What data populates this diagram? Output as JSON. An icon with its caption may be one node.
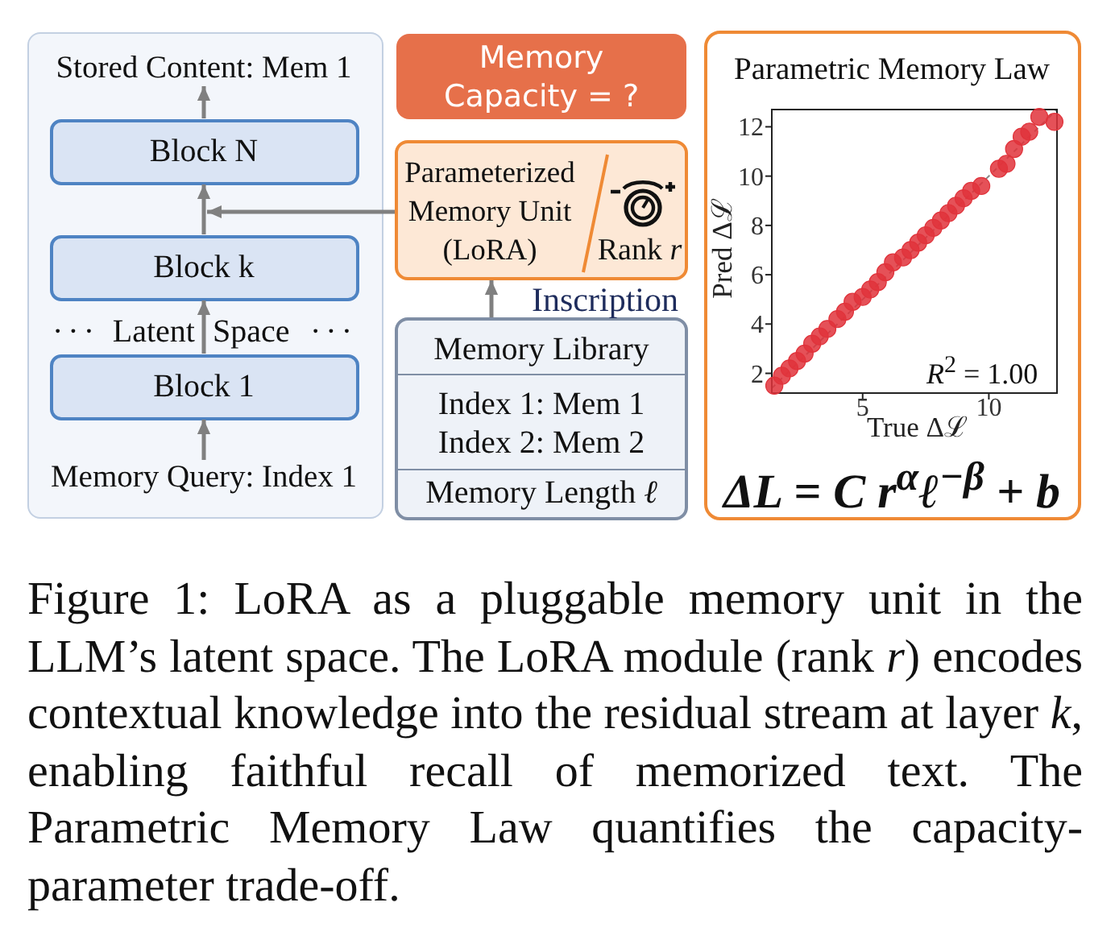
{
  "diagram": {
    "nodes": [
      {
        "text": [],
        "shape": "box"
      },
      {
        "text": [
          "Stored Content: Mem 1"
        ],
        "in": 0
      },
      {
        "text": [
          "Block N"
        ],
        "in": 0
      },
      {
        "text": [
          "Block k"
        ],
        "in": 0
      },
      {
        "text": [
          "Block 1"
        ],
        "in": 0
      },
      {
        "text": [
          "Memory Query: Index 1"
        ],
        "in": 0
      },
      {
        "text": [
          "Memory Capacity = ?"
        ]
      },
      {
        "text": [
          "Parameterized Memory Unit (LoRA)",
          "Rank *r*"
        ]
      },
      {
        "text": [
          "Memory Library",
          "Index 1: Mem 1",
          "Index 2: Mem 2",
          "Memory Length *ℓ*"
        ]
      },
      {
        "text": [
          "ΔL = C r$^{α}$ℓ$^{−β}$ + b"
        ]
      }
    ],
    "edges": [
      {
        "from": 5,
        "to": 4,
        "arrow": "to"
      },
      {
        "from": 4,
        "to": 3,
        "arrow": "to"
      },
      {
        "from": 3,
        "to": 2,
        "arrow": "to"
      },
      {
        "from": 2,
        "to": 1,
        "arrow": "to"
      },
      {
        "from": 7,
        "to": 2,
        "arrow": "to"
      },
      {
        "from": 8,
        "to": 7,
        "arrow": "to",
        "label": "Inscription"
      }
    ],
    "labels": [
      "···",
      "Latent Space",
      "···"
    ],
    "caption": "Figure 1: LoRA as a pluggable memory unit in the LLM’s latent space. The LoRA module (rank *r*) encodes contextual knowledge into the residual stream at layer *k*, enabling faithful recall of memorized text. The Parametric Memory Law quantifies the capacity-parameter trade-off.",
    "chart_data": {
      "type": "scatter",
      "title": "Parametric Memory Law",
      "xlabel": "True Δℒ",
      "ylabel": "Pred Δℒ",
      "x": [
        1.5,
        1.8,
        2.1,
        2.4,
        2.7,
        3.0,
        3.3,
        3.6,
        4.0,
        4.3,
        4.6,
        5.0,
        5.3,
        5.6,
        5.9,
        6.2,
        6.6,
        6.9,
        7.2,
        7.5,
        7.8,
        8.1,
        8.4,
        8.7,
        9.0,
        9.3,
        9.7,
        10.4,
        10.7,
        11.0,
        11.3,
        11.6,
        12.0,
        12.6
      ],
      "series": [
        {
          "color": "#e0333b",
          "values": [
            1.5,
            1.9,
            2.2,
            2.5,
            2.8,
            3.2,
            3.5,
            3.8,
            4.2,
            4.5,
            4.9,
            5.1,
            5.4,
            5.7,
            6.1,
            6.5,
            6.7,
            7.0,
            7.3,
            7.6,
            7.9,
            8.2,
            8.5,
            8.8,
            9.1,
            9.4,
            9.6,
            10.3,
            10.5,
            11.1,
            11.6,
            11.8,
            12.4,
            12.2
          ]
        }
      ],
      "xlim": [
        1.4,
        12.7
      ],
      "ylim": [
        1.2,
        12.7
      ],
      "xticks": [
        5,
        10
      ],
      "yticks": [
        2,
        4,
        6,
        8,
        10,
        12
      ],
      "annotations": [
        {
          "text": "*R*$^{2}$ = 1.00"
        }
      ]
    }
  }
}
